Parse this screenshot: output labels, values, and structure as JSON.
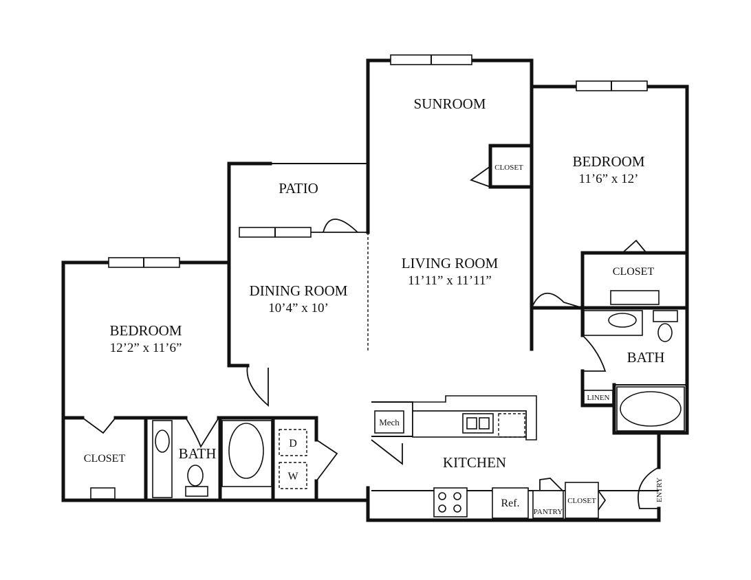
{
  "rooms": {
    "sunroom": "SUNROOM",
    "bedroom_right": "BEDROOM",
    "bedroom_right_dim": "11’6” x 12’",
    "closet_sun": "CLOSET",
    "patio": "PATIO",
    "living_room": "LIVING ROOM",
    "living_room_dim": "11’11” x 11’11”",
    "dining_room": "DINING ROOM",
    "dining_room_dim": "10’4” x 10’",
    "closet_right": "CLOSET",
    "bedroom_left": "BEDROOM",
    "bedroom_left_dim": "12’2” x 11’6”",
    "bath_right": "BATH",
    "linen": "LINEN",
    "closet_left": "CLOSET",
    "bath_left": "BATH",
    "dryer": "D",
    "washer": "W",
    "mech": "Mech",
    "kitchen": "KITCHEN",
    "ref": "Ref.",
    "pantry": "PANTRY",
    "closet_kitchen": "CLOSET",
    "entry": "ENTRY"
  }
}
